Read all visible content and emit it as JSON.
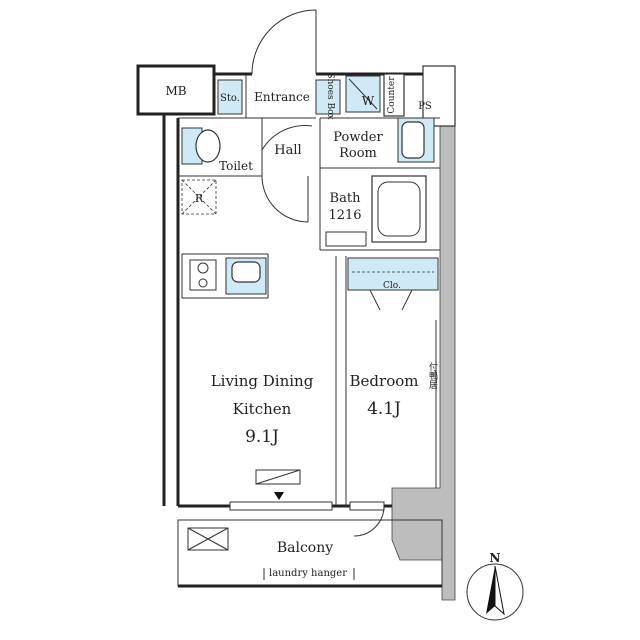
{
  "plan": {
    "rooms": {
      "mb": "MB",
      "storage": "Sto.",
      "entrance": "Entrance",
      "shoes_box": "Shoes Box",
      "washer": "W",
      "counter": "Counter",
      "ps": "PS",
      "powder_room_line1": "Powder",
      "powder_room_line2": "Room",
      "hall": "Hall",
      "toilet": "Toilet",
      "refrigerator": "R",
      "bath_line1": "Bath",
      "bath_line2": "1216",
      "closet": "Clo.",
      "ldk_line1": "Living Dining",
      "ldk_line2": "Kitchen",
      "ldk_size": "9.1J",
      "bedroom": "Bedroom",
      "bedroom_size": "4.1J",
      "bedroom_note": "付鴨居",
      "balcony": "Balcony",
      "laundry_hanger": "laundry hanger"
    },
    "compass": {
      "label": "N"
    },
    "colors": {
      "fixture": "#cfe9f6",
      "wall": "#333333",
      "column": "#bdbdbd"
    }
  }
}
